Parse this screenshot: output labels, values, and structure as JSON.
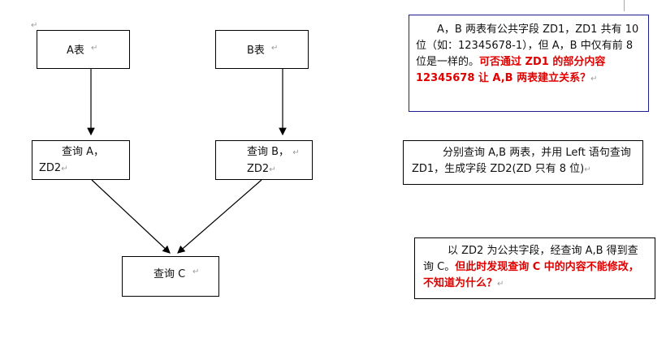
{
  "paragraph_mark": "↵",
  "diagram": {
    "table_a": "A表",
    "table_b": "B表",
    "query_a": [
      "查询 A，",
      "ZD2"
    ],
    "query_b": [
      "查询 B，",
      "ZD2"
    ],
    "query_c": "查询 C"
  },
  "notes": {
    "note1": {
      "normal": "A，B 两表有公共字段 ZD1，ZD1 共有 10 位（如：12345678-1），但 A，B 中仅有前 8 位是一样的。",
      "highlight": "可否通过 ZD1 的部分内容 12345678 让 A,B 两表建立关系？"
    },
    "note2": {
      "normal": "分别查询 A,B 两表，并用 Left 语句查询 ZD1，生成字段 ZD2(ZD 只有 8 位)"
    },
    "note3": {
      "normal": "以 ZD2 为公共字段，经查询 A,B 得到查询 C。",
      "highlight": "但此时发现查询 C 中的内容不能修改，不知道为什么？"
    }
  },
  "colors": {
    "highlight": "#e00000",
    "note1_border": "#1f1f8f"
  }
}
